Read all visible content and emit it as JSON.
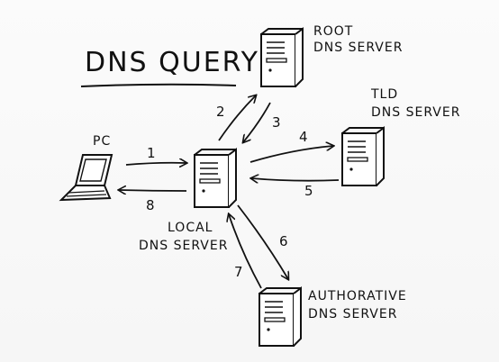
{
  "title": "DNS QUERY",
  "nodes": {
    "pc": {
      "label": "PC"
    },
    "local": {
      "line1": "LOCAL",
      "line2": "DNS SERVER"
    },
    "root": {
      "line1": "ROOT",
      "line2": "DNS SERVER"
    },
    "tld": {
      "line1": "TLD",
      "line2": "DNS SERVER"
    },
    "authoritative": {
      "line1": "AUTHORATIVE",
      "line2": "DNS SERVER"
    }
  },
  "steps": [
    "1",
    "2",
    "3",
    "4",
    "5",
    "6",
    "7",
    "8"
  ],
  "colors": {
    "ink": "#111111",
    "background": "#f8f8f8"
  },
  "icons": {
    "pc": "laptop-icon",
    "servers": "server-tower-icon"
  }
}
